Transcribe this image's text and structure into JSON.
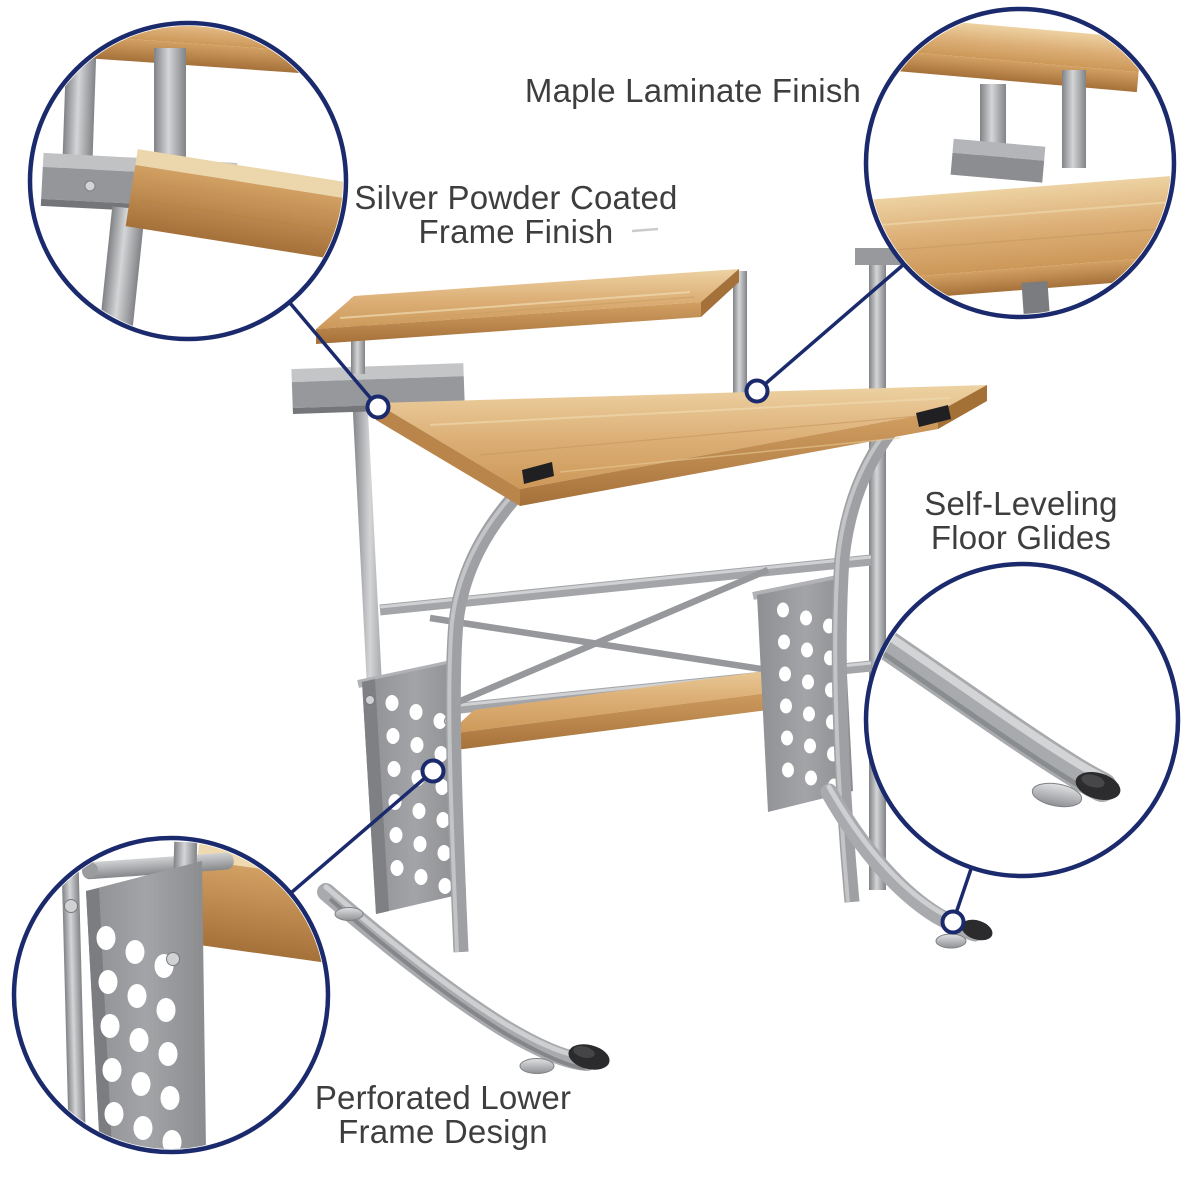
{
  "figure": {
    "description": "Computer desk product feature callout diagram",
    "background": "#ffffff"
  },
  "colors": {
    "callout_ring": "#1a2a6c",
    "leader_line": "#1a2a6c",
    "label_text": "#3e3e3e",
    "wood_light": "#edd2a2",
    "wood_mid": "#dcae74",
    "wood_dark": "#a5713a",
    "frame_silver": "#a8aaad",
    "frame_silver_dark": "#85878a",
    "glide_black": "#2b2b2d"
  },
  "annotations": [
    {
      "id": "maple-finish",
      "lines": [
        "Maple Laminate Finish"
      ]
    },
    {
      "id": "frame-finish",
      "lines": [
        "Silver Powder Coated",
        "Frame Finish"
      ]
    },
    {
      "id": "floor-glides",
      "lines": [
        "Self-Leveling",
        "Floor Glides"
      ]
    },
    {
      "id": "perforated-frame",
      "lines": [
        "Perforated Lower",
        "Frame Design"
      ]
    }
  ],
  "callouts": [
    {
      "id": "top-left",
      "shows": "monitor shelf and frame joint detail"
    },
    {
      "id": "top-right",
      "shows": "maple laminate surfaces detail"
    },
    {
      "id": "right",
      "shows": "self-leveling floor glide detail"
    },
    {
      "id": "bottom-left",
      "shows": "perforated side panel detail"
    }
  ]
}
